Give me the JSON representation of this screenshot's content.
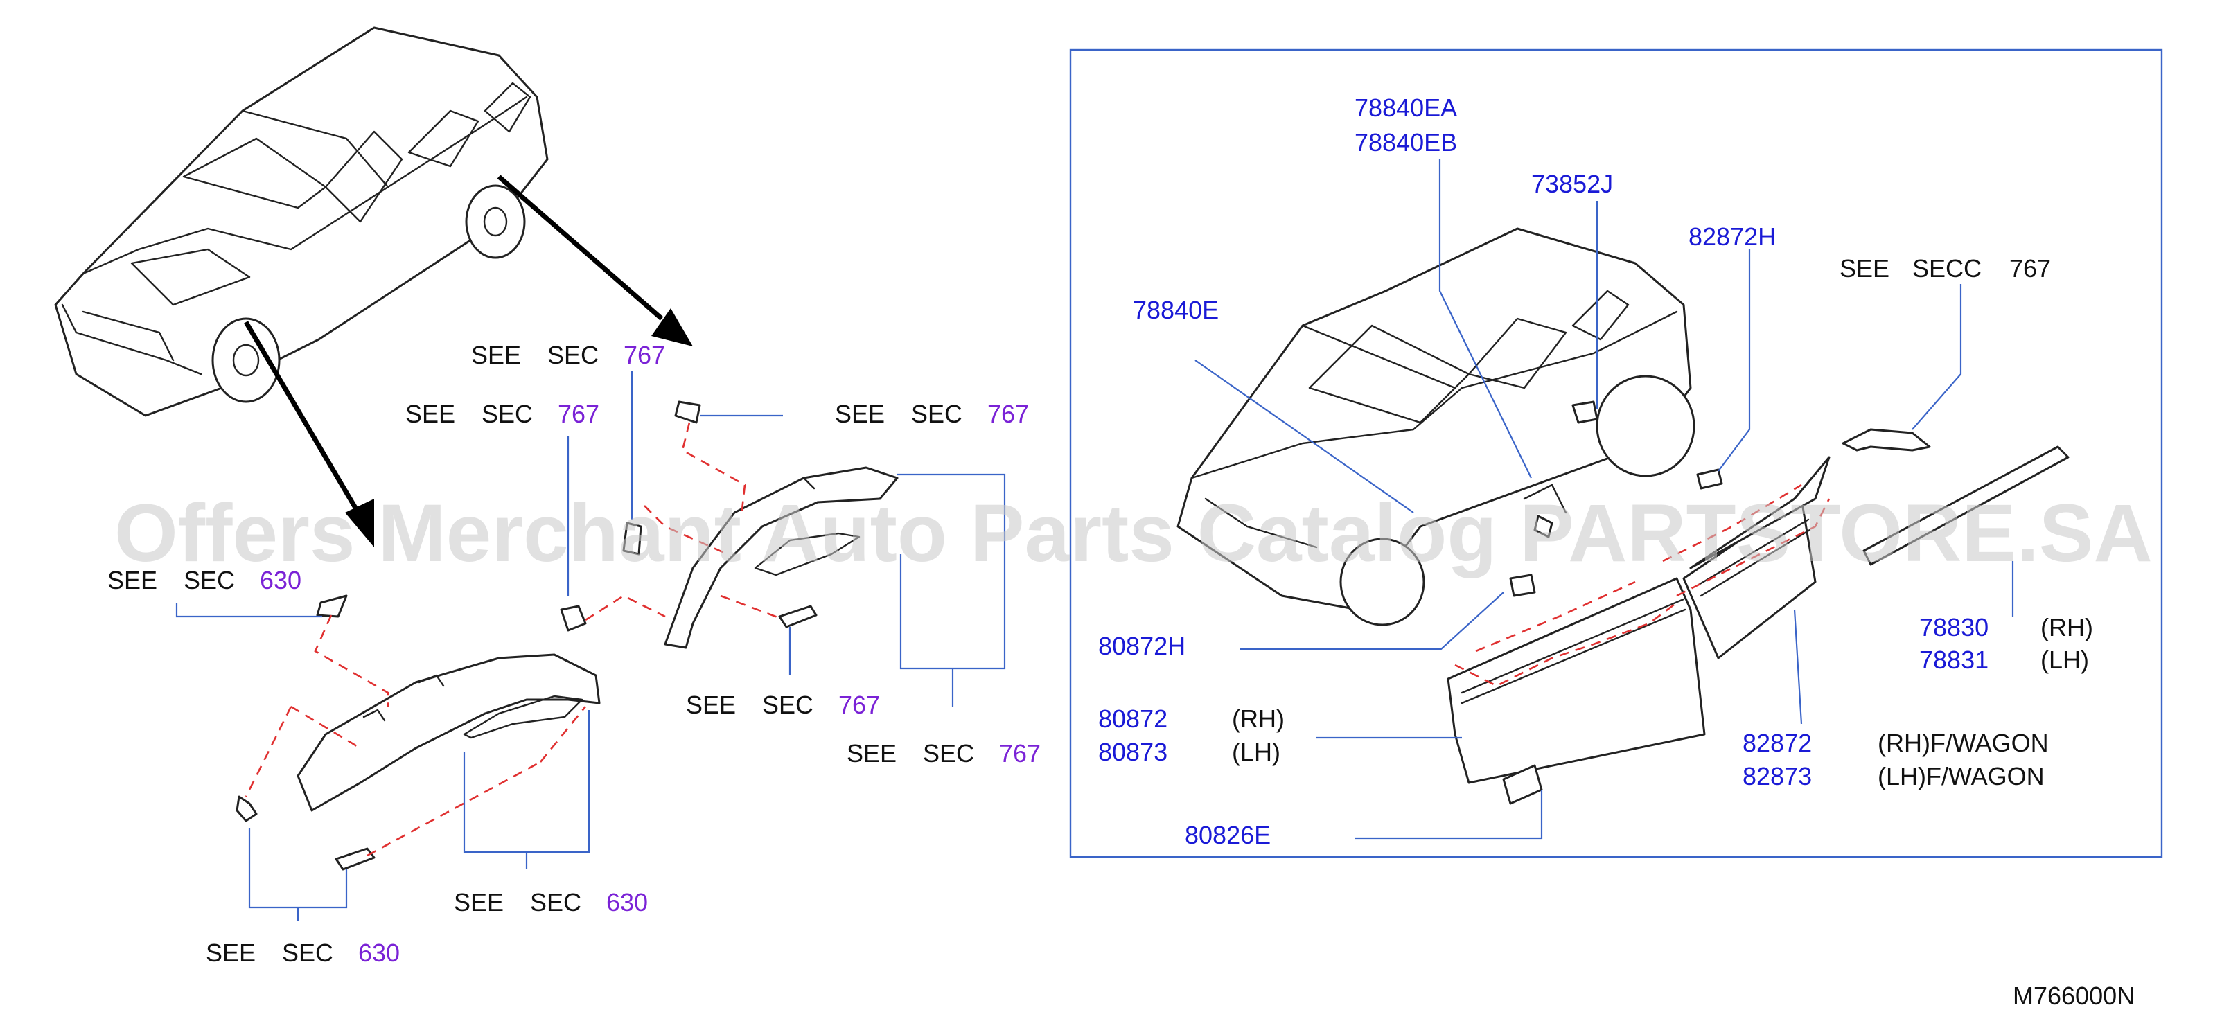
{
  "diagram_code": "M766000N",
  "watermark": "Offers Merchant Auto Parts Catalog PARTSTORE.SA",
  "see": "SEE",
  "sec": "SEC",
  "secc": "SECC",
  "sec_refs": {
    "a": "767",
    "b": "767",
    "c": "767",
    "d": "767",
    "e": "767",
    "f": "630",
    "g": "630",
    "h": "630",
    "i": "767"
  },
  "parts": {
    "p78840EA": "78840EA",
    "p78840EB": "78840EB",
    "p73852J": "73852J",
    "p82872H": "82872H",
    "p78840E": "78840E",
    "p80872H": "80872H",
    "p80872": "80872",
    "p80873": "80873",
    "p82872": "82872",
    "p82873": "82873",
    "p78830": "78830",
    "p78831": "78831",
    "p80826E": "80826E"
  },
  "qualifiers": {
    "rh": "(RH)",
    "lh": "(LH)",
    "rh_fwagon": "(RH)F/WAGON",
    "lh_fwagon": "(LH)F/WAGON"
  },
  "colors": {
    "part_number": "#1a1ad6",
    "section_ref": "#7a22d6",
    "leader": "#3a64c8",
    "dashed": "#e03030"
  }
}
